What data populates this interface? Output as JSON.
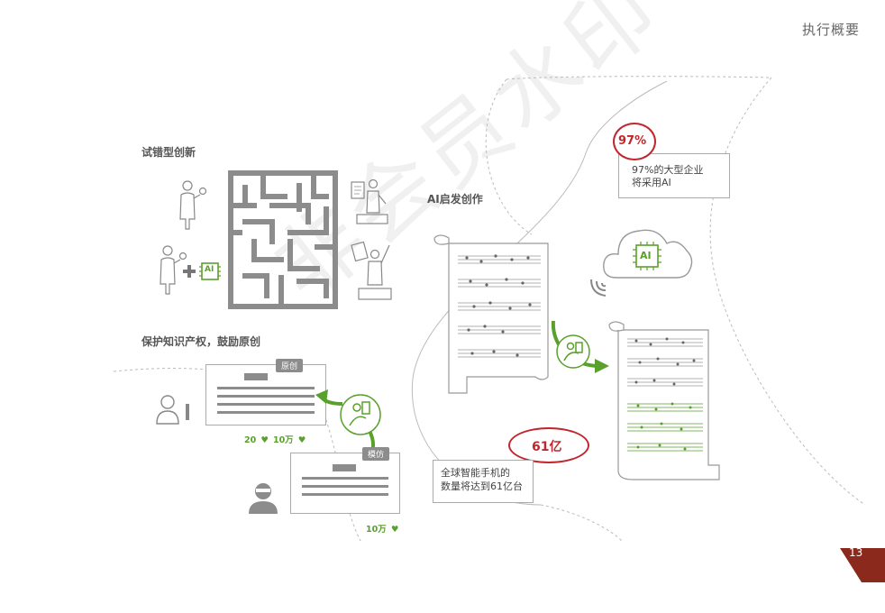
{
  "header": {
    "title": "执行概要"
  },
  "page_number": "13",
  "watermark": "非会员水印",
  "trial": {
    "title": "试错型创新",
    "ai_chip": "AI"
  },
  "ip": {
    "title": "保护知识产权，鼓励原创",
    "original_tag": "原创",
    "imitation_tag": "模仿",
    "original_likes": "20",
    "original_views": "10万",
    "imitation_views": "10万"
  },
  "ai_creation": {
    "title": "AI启发创作",
    "cloud_chip": "AI"
  },
  "enterprise_stat": {
    "value": "97%",
    "text_line1": "97%的大型企业",
    "text_line2": "将采用AI"
  },
  "smartphone_stat": {
    "value": "61亿",
    "text_line1": "全球智能手机的",
    "text_line2": "数量将达到61亿台"
  },
  "colors": {
    "accent_green": "#5aa02c",
    "accent_red": "#c0272d",
    "gray": "#8c8c8c",
    "badge": "#8b2a1c"
  }
}
